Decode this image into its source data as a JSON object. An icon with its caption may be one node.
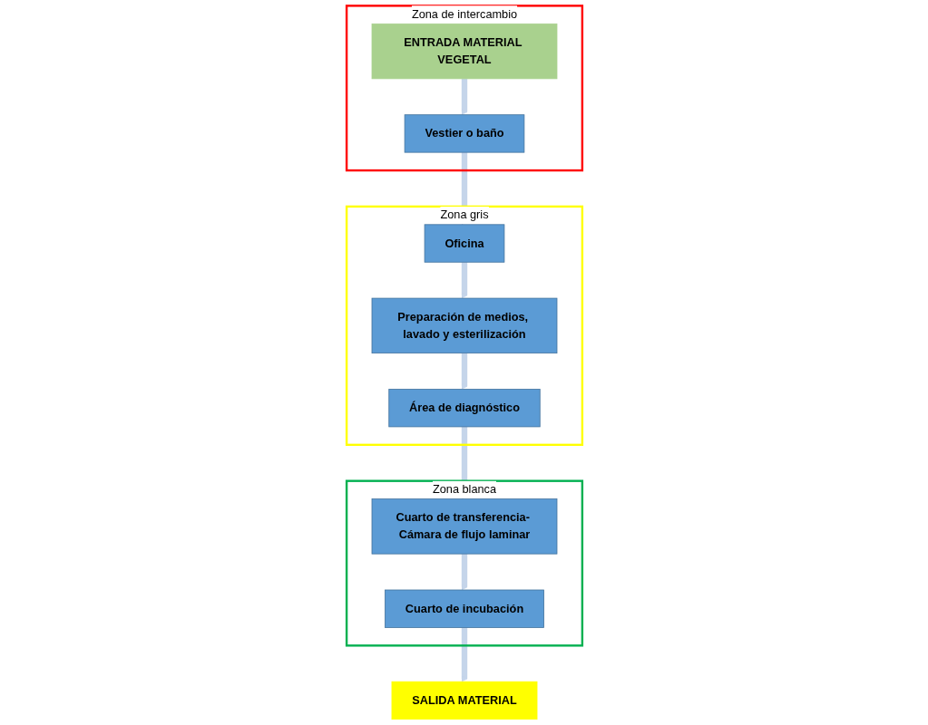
{
  "diagram": {
    "nodes": [
      {
        "text": [
          "Zona de intercambio"
        ]
      },
      {
        "text": [
          "ENTRADA MATERIAL VEGETAL"
        ],
        "in": 0
      },
      {
        "text": [
          "Vestier o baño"
        ],
        "in": 0
      },
      {
        "text": [
          "Zona gris"
        ]
      },
      {
        "text": [
          "Oficina"
        ],
        "in": 3
      },
      {
        "text": [
          "Preparación de medios, lavado y esterilización"
        ],
        "in": 3
      },
      {
        "text": [
          "Área de diagnóstico"
        ],
        "in": 3
      },
      {
        "text": [
          "Zona blanca"
        ]
      },
      {
        "text": [
          "Cuarto de transferencia- Cámara de flujo laminar"
        ],
        "in": 7
      },
      {
        "text": [
          "Cuarto de incubación"
        ],
        "in": 7
      },
      {
        "text": [
          "SALIDA MATERIAL"
        ]
      }
    ],
    "edges": [
      {
        "from": 1,
        "to": 2,
        "arrow": "to"
      },
      {
        "from": 2,
        "to": 4,
        "arrow": "to"
      },
      {
        "from": 4,
        "to": 5,
        "arrow": "to"
      },
      {
        "from": 5,
        "to": 6,
        "arrow": "to"
      },
      {
        "from": 6,
        "to": 8,
        "arrow": "to"
      },
      {
        "from": 8,
        "to": 9,
        "arrow": "to"
      },
      {
        "from": 9,
        "to": 10,
        "arrow": "to"
      }
    ]
  }
}
